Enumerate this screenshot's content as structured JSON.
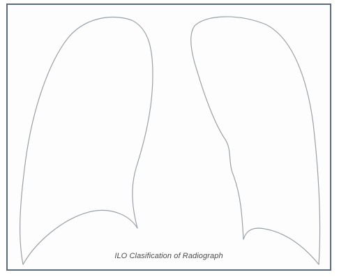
{
  "diagram": {
    "caption": "ILO Clasification of Radiograph",
    "outline_color": "#9aa0a6",
    "frame_color": "#5b6a7c",
    "shapes": [
      {
        "name": "right-lung-outline"
      },
      {
        "name": "left-lung-outline"
      }
    ]
  }
}
